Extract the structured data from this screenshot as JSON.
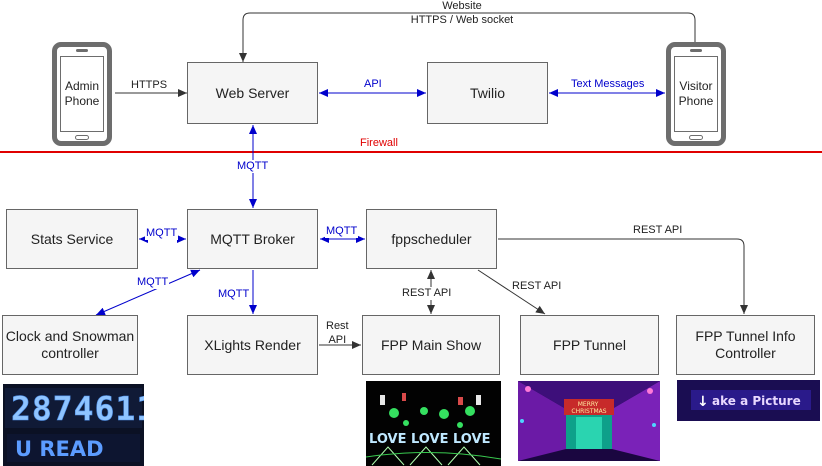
{
  "colors": {
    "blue_connector": "#0000cc",
    "black_connector": "#333333",
    "firewall": "#e00000",
    "box_fill": "#f5f5f5",
    "box_border": "#666666"
  },
  "nodes": {
    "admin_phone": "Admin\nPhone",
    "visitor_phone": "Visitor\nPhone",
    "web_server": "Web Server",
    "twilio": "Twilio",
    "stats_service": "Stats Service",
    "mqtt_broker": "MQTT Broker",
    "fppscheduler": "fppscheduler",
    "clock_controller": "Clock and Snowman\ncontroller",
    "xlights_render": "XLights Render",
    "fpp_main_show": "FPP Main Show",
    "fpp_tunnel": "FPP Tunnel",
    "fpp_tunnel_info": "FPP Tunnel Info\nController"
  },
  "edges": {
    "website": "Website",
    "https_websocket": "HTTPS / Web socket",
    "https": "HTTPS",
    "api": "API",
    "text_messages": "Text Messages",
    "firewall": "Firewall",
    "mqtt_webserver": "MQTT",
    "mqtt_stats": "MQTT",
    "mqtt_fppscheduler": "MQTT",
    "mqtt_clock": "MQTT",
    "mqtt_xlights": "MQTT",
    "rest_api_tunnel_info": "REST API",
    "rest_api_main_show": "REST API",
    "rest_api_tunnel": "REST API",
    "rest_api_xlights": "Rest\nAPI"
  },
  "photos": {
    "clock_display_text": "2874611",
    "clock_display_subtext": "U READ",
    "main_show_text": "LOVE LOVE LOVE",
    "tunnel_sign": "MERRY\nCHRISTMAS",
    "tunnel_info_sign": "ake a Picture"
  }
}
